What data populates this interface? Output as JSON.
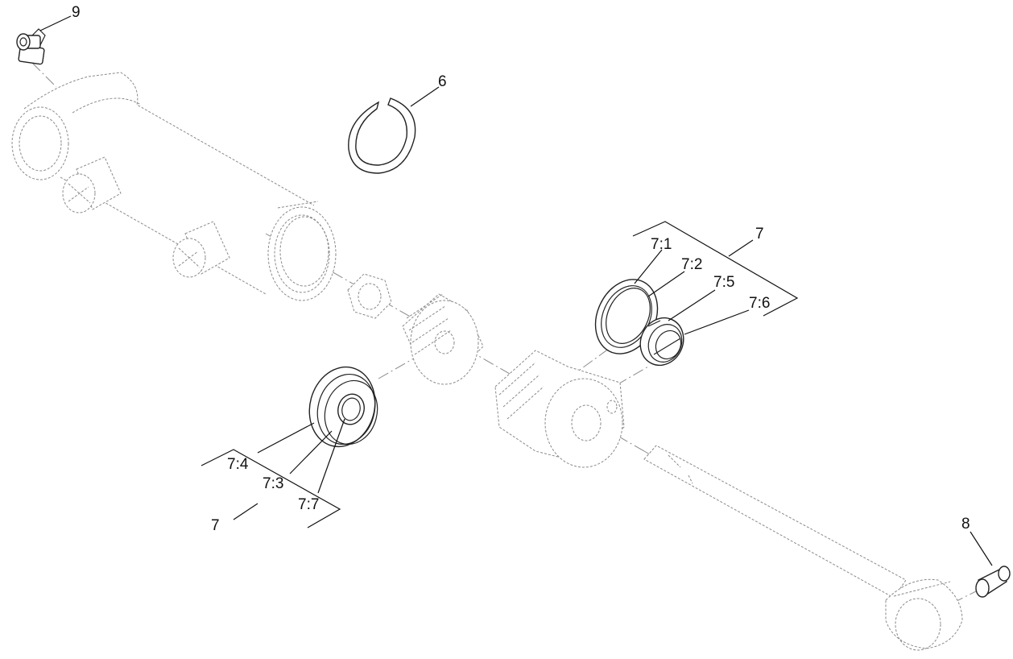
{
  "colors": {
    "line": "#111111",
    "ghost": "#8a8a8a",
    "background": "#ffffff"
  },
  "labels": {
    "part_9": "9",
    "part_6": "6",
    "part_7_top": "7",
    "part_7_1": "7:1",
    "part_7_2": "7:2",
    "part_7_5": "7:5",
    "part_7_6": "7:6",
    "part_7_4": "7:4",
    "part_7_3": "7:3",
    "part_7_7": "7:7",
    "part_7_bottom": "7",
    "part_8": "8"
  }
}
